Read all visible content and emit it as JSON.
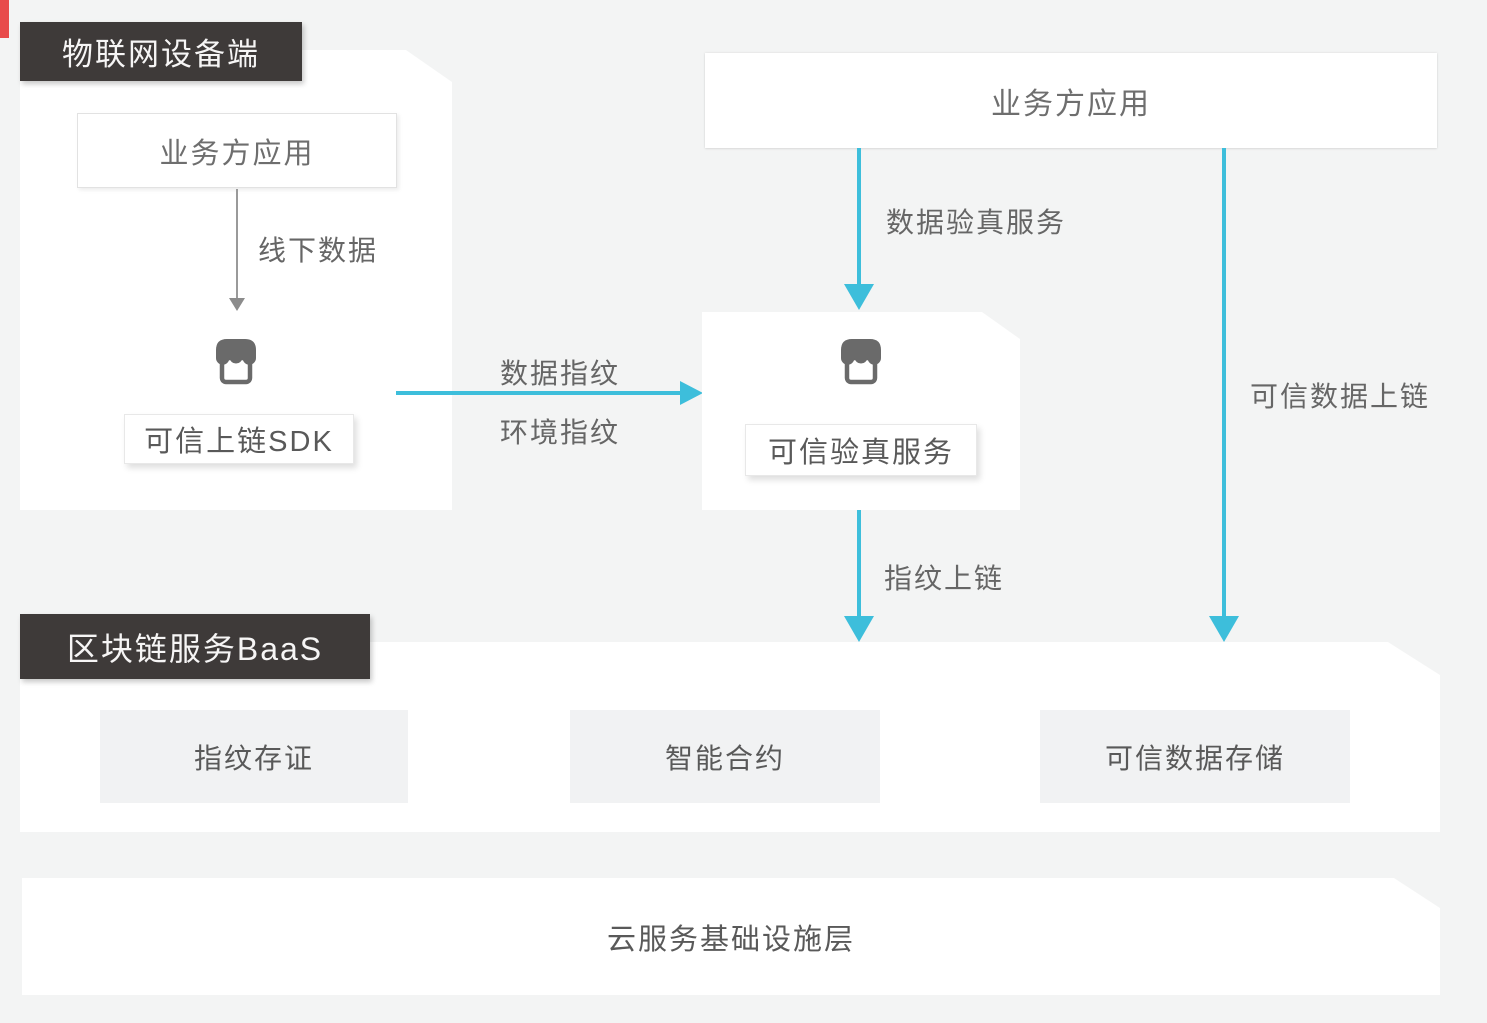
{
  "colors": {
    "accent_cyan": "#3dbedb",
    "tag_background": "#3e3a39",
    "icon_gray": "#6a6a6a",
    "page_background": "#f3f4f4",
    "panel_background": "#ffffff",
    "subbox_background": "#f1f2f3"
  },
  "icons": {
    "storefront": "storefront-icon"
  },
  "iot_section": {
    "tag": "物联网设备端",
    "app_label": "业务方应用",
    "offline_data_label": "线下数据",
    "sdk_label": "可信上链SDK"
  },
  "business_app_right": {
    "label": "业务方应用"
  },
  "verify_service_box": {
    "label": "可信验真服务"
  },
  "flow_labels": {
    "data_fingerprint": "数据指纹",
    "env_fingerprint": "环境指纹",
    "data_verify_service": "数据验真服务",
    "fingerprint_to_chain": "指纹上链",
    "trusted_data_to_chain": "可信数据上链"
  },
  "baas_section": {
    "tag": "区块链服务BaaS",
    "items": [
      {
        "label": "指纹存证"
      },
      {
        "label": "智能合约"
      },
      {
        "label": "可信数据存储"
      }
    ]
  },
  "cloud_layer": {
    "label": "云服务基础设施层"
  }
}
